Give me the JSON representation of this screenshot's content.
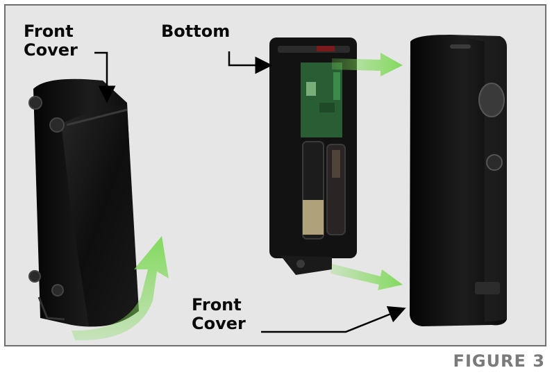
{
  "figure": {
    "caption": "FIGURE 3"
  },
  "callouts": {
    "front_cover_top": "Front\nCover",
    "bottom": "Bottom",
    "front_cover_bottom": "Front\nCover"
  },
  "colors": {
    "background": "#e6e6e6",
    "frame_border": "#6f6f6f",
    "device_body": "#141414",
    "arrow_green": "#7ed957",
    "caption_gray": "#7a7a7a"
  }
}
